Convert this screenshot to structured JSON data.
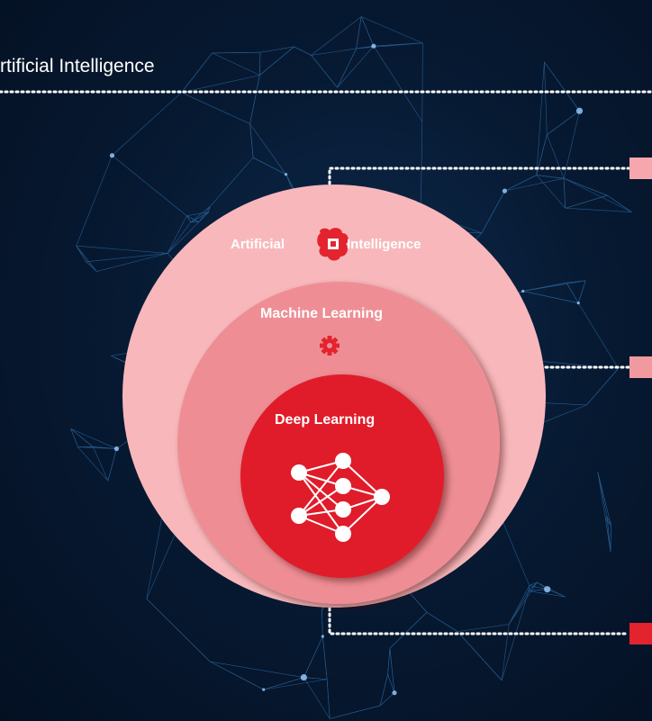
{
  "header": {
    "title": "rtificial Intelligence"
  },
  "diagram": {
    "ai": {
      "label_left": "Artificial",
      "label_right": "Intelligence",
      "icon": "brain-chip-icon",
      "color": "#f8b8bb"
    },
    "ml": {
      "label": "Machine Learning",
      "icon": "gear-icon",
      "color": "#ee8e94"
    },
    "dl": {
      "label": "Deep Learning",
      "icon": "neural-network-icon",
      "color": "#e01e2b"
    },
    "markers": [
      {
        "name": "ai",
        "color": "#f6a7ad"
      },
      {
        "name": "ml",
        "color": "#f09aa0"
      },
      {
        "name": "dl",
        "color": "#e3242f"
      }
    ]
  },
  "colors": {
    "background": "#061a33",
    "network_lines": "#3d8fd6",
    "dots": "#ffffff"
  }
}
